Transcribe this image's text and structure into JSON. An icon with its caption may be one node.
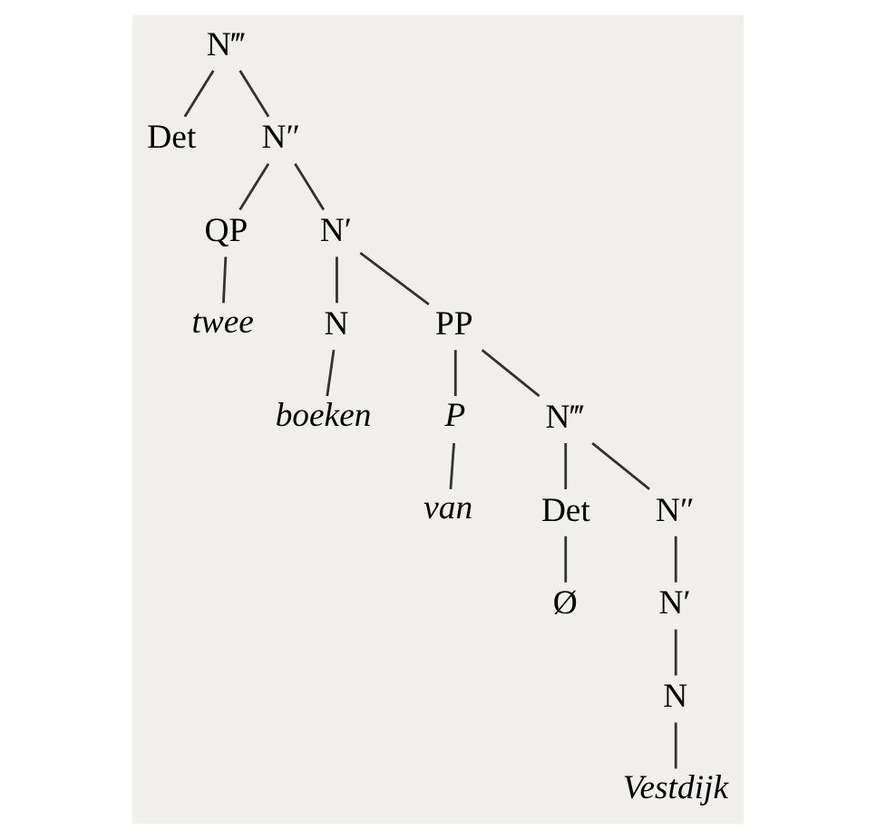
{
  "diagram": {
    "nodes": [
      {
        "text": [
          "N‴"
        ]
      },
      {
        "text": [
          "Det"
        ]
      },
      {
        "text": [
          "N″"
        ]
      },
      {
        "text": [
          "QP"
        ]
      },
      {
        "text": [
          "N′"
        ]
      },
      {
        "text": [
          "twee"
        ]
      },
      {
        "text": [
          "N"
        ]
      },
      {
        "text": [
          "PP"
        ]
      },
      {
        "text": [
          "boeken"
        ]
      },
      {
        "text": [
          "P"
        ]
      },
      {
        "text": [
          "N‴"
        ]
      },
      {
        "text": [
          "van"
        ]
      },
      {
        "text": [
          "Det"
        ]
      },
      {
        "text": [
          "N″"
        ]
      },
      {
        "text": [
          "Ø"
        ]
      },
      {
        "text": [
          "N′"
        ]
      },
      {
        "text": [
          "N"
        ]
      },
      {
        "text": [
          "Vestdijk"
        ]
      }
    ],
    "edges": [
      {
        "from": 0,
        "to": 1,
        "arrow": "none"
      },
      {
        "from": 0,
        "to": 2,
        "arrow": "none"
      },
      {
        "from": 2,
        "to": 3,
        "arrow": "none"
      },
      {
        "from": 2,
        "to": 4,
        "arrow": "none"
      },
      {
        "from": 3,
        "to": 5,
        "arrow": "none"
      },
      {
        "from": 4,
        "to": 6,
        "arrow": "none"
      },
      {
        "from": 4,
        "to": 7,
        "arrow": "none"
      },
      {
        "from": 6,
        "to": 8,
        "arrow": "none"
      },
      {
        "from": 7,
        "to": 9,
        "arrow": "none"
      },
      {
        "from": 7,
        "to": 10,
        "arrow": "none"
      },
      {
        "from": 9,
        "to": 11,
        "arrow": "none"
      },
      {
        "from": 10,
        "to": 12,
        "arrow": "none"
      },
      {
        "from": 10,
        "to": 13,
        "arrow": "none"
      },
      {
        "from": 12,
        "to": 14,
        "arrow": "none"
      },
      {
        "from": 13,
        "to": 15,
        "arrow": "none"
      },
      {
        "from": 15,
        "to": 16,
        "arrow": "none"
      },
      {
        "from": 16,
        "to": 17,
        "arrow": "none"
      }
    ]
  }
}
